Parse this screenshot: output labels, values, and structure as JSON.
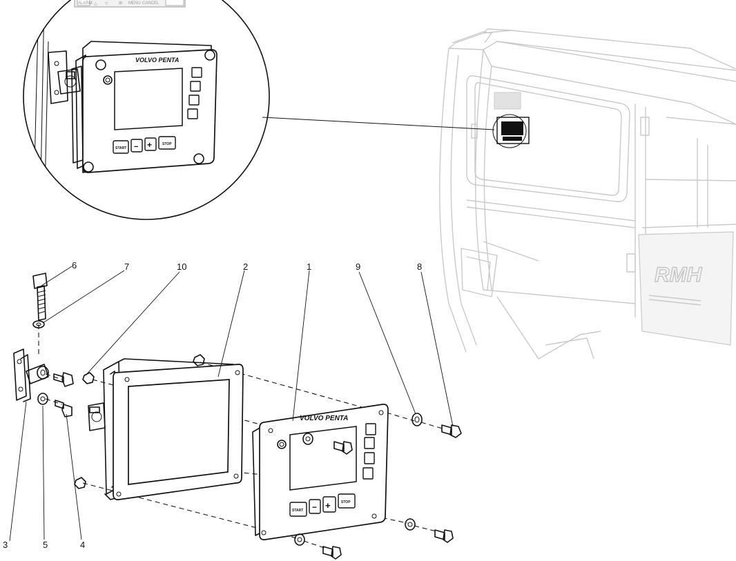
{
  "detail_view": {
    "panel_brand": "VOLVO PENTA",
    "buttons": {
      "start": "START",
      "minus": "−",
      "plus": "+",
      "stop": "STOP"
    },
    "top_strip": {
      "alarm": "ALARM",
      "up": "△",
      "down": "▽",
      "enter": "⊞",
      "menu": "MENU",
      "cancel": "CANCEL"
    }
  },
  "exploded_view": {
    "panel_brand": "VOLVO PENTA",
    "buttons": {
      "start": "START",
      "minus": "−",
      "plus": "+",
      "stop": "STOP"
    }
  },
  "cab": {
    "logo_text": "RMH"
  },
  "callouts": [
    "1",
    "2",
    "3",
    "4",
    "5",
    "6",
    "7",
    "8",
    "9",
    "10"
  ]
}
